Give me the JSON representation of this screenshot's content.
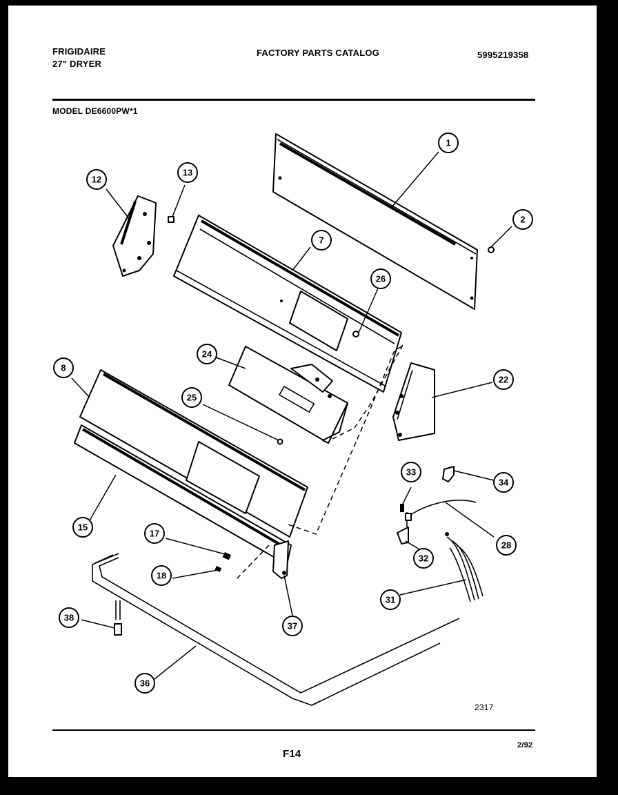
{
  "header": {
    "brand": "FRIGIDAIRE",
    "product": "27\" DRYER",
    "catalog_title": "FACTORY PARTS CATALOG",
    "catalog_number": "5995219358",
    "model": "MODEL DE6600PW*1"
  },
  "diagram": {
    "drawing_number": "2317",
    "callouts": [
      "1",
      "2",
      "7",
      "8",
      "12",
      "13",
      "15",
      "17",
      "18",
      "22",
      "24",
      "25",
      "26",
      "28",
      "31",
      "32",
      "33",
      "34",
      "36",
      "37",
      "38"
    ]
  },
  "footer": {
    "page_code": "F14",
    "date": "2/92"
  }
}
